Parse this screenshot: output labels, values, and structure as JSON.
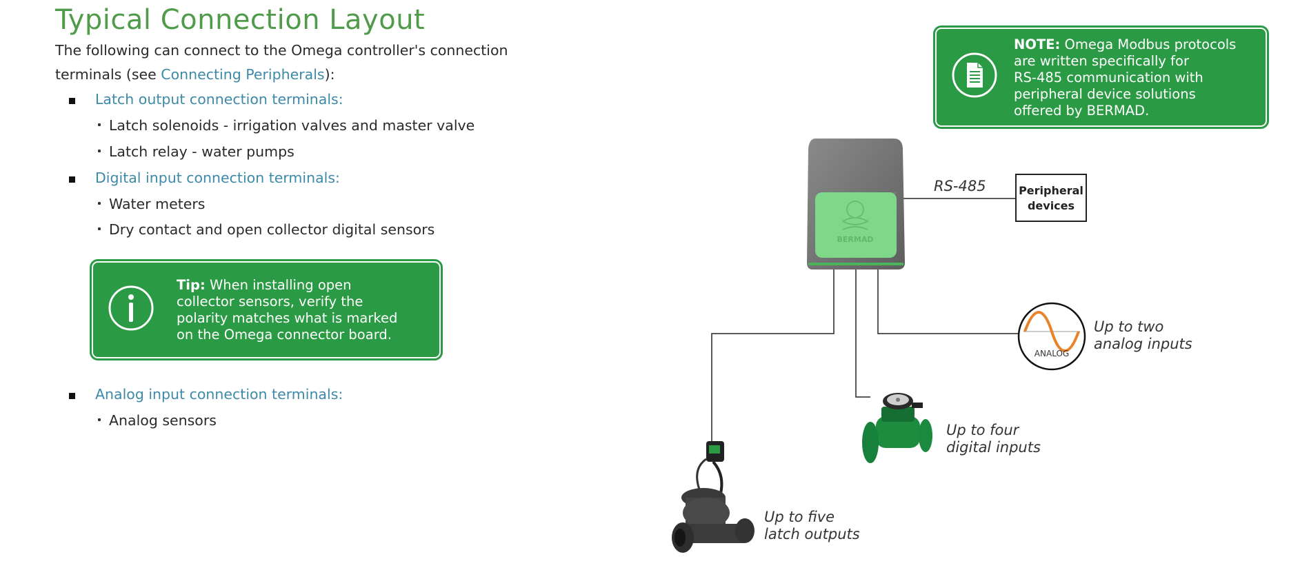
{
  "heading": {
    "title": "Typical Connection Layout"
  },
  "intro": {
    "before_link": "The following can connect to the Omega controller's connection terminals (see ",
    "link": "Connecting Peripherals",
    "after_link": "):"
  },
  "sections": [
    {
      "label": "Latch output connection terminals:",
      "items": [
        "Latch solenoids - irrigation valves and master valve",
        "Latch relay - water pumps"
      ]
    },
    {
      "label": "Digital input connection terminals:",
      "items": [
        "Water meters",
        "Dry contact and open collector digital sensors"
      ]
    },
    {
      "label": "Analog input connection terminals:",
      "items": [
        "Analog sensors"
      ]
    }
  ],
  "tip": {
    "bold": "Tip:",
    "lines": [
      " When installing open",
      "collector sensors, verify the",
      "polarity matches what is marked",
      "on the Omega connector board."
    ],
    "icon": "info-icon"
  },
  "note": {
    "bold": "NOTE:",
    "lines": [
      " Omega Modbus protocols",
      "are written specifically for",
      "RS-485 communication with",
      "peripheral device solutions",
      "offered by BERMAD."
    ],
    "icon": "document-icon"
  },
  "diagram": {
    "bus_label": "RS-485",
    "peripheral_line1": "Peripheral",
    "peripheral_line2": "devices",
    "analog_badge": "ANALOG",
    "logo_text": "BERMAD",
    "analog_label_1": "Up to two",
    "analog_label_2": "analog inputs",
    "digital_label_1": "Up to four",
    "digital_label_2": "digital inputs",
    "latch_label_1": "Up to five",
    "latch_label_2": "latch outputs"
  },
  "colors": {
    "heading_green": "#4f9b49",
    "callout_green": "#2b9a44",
    "link_blue": "#3d89a8",
    "controller_gray": "#6f6f6f",
    "controller_panel": "#7fd88a",
    "analog_wave": "#e8832a"
  }
}
